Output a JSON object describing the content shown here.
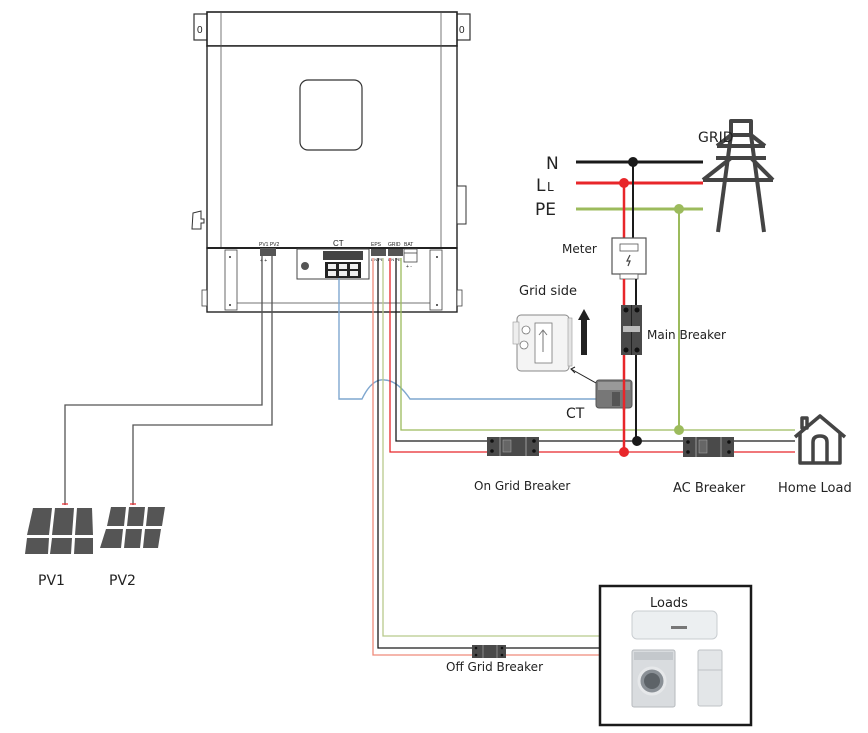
{
  "diagram": {
    "title": "Hybrid inverter wiring diagram",
    "colors": {
      "neutral": "#1a1a1a",
      "line": "#e8262a",
      "line_light": "#ef8a7a",
      "earth": "#9cbb5c",
      "ct_signal": "#7fa7cf",
      "pv_wire": "#555555",
      "device": "#4a4a4a",
      "outline": "#222222"
    },
    "inverter": {
      "ports": {
        "pv": "PV1 PV2",
        "pv_polarity": "+  +",
        "ct": "CT",
        "eps": "EPS",
        "eps_terminals": "L N PE",
        "grid": "GRID",
        "grid_terminals": "L N PE",
        "bat": "BAT",
        "bat_polarity": "+  -"
      }
    },
    "grid_bus": {
      "label": "GRID",
      "conductors": [
        {
          "name": "N",
          "label": "N"
        },
        {
          "name": "L",
          "label": "L"
        },
        {
          "name": "PE",
          "label": "PE"
        }
      ]
    },
    "components": {
      "meter": "Meter",
      "grid_side": "Grid side",
      "main_breaker": "Main Breaker",
      "ct": "CT",
      "on_grid_breaker": "On Grid Breaker",
      "ac_breaker": "AC Breaker",
      "home_load": "Home Load",
      "off_grid_breaker": "Off Grid Breaker",
      "loads": "Loads"
    },
    "pv_arrays": [
      {
        "label": "PV1"
      },
      {
        "label": "PV2"
      }
    ],
    "loads_items": [
      "air-conditioner",
      "washing-machine",
      "refrigerator"
    ]
  }
}
